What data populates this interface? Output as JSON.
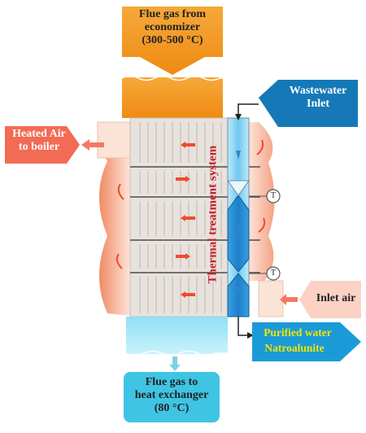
{
  "labels": {
    "flue_gas_in": "Flue gas from\neconomizer\n(300-500 °C)",
    "wastewater_inlet": "Wastewater\nInlet",
    "heated_air": "Heated Air\nto boiler",
    "thermal_system": "Thermal treatment system",
    "inlet_air": "Inlet air",
    "purified_water": "Purified water",
    "natroalunite": "Natroalunite",
    "flue_gas_out": "Flue gas to\nheat exchanger\n(80 °C)",
    "temp_sensor_1": "T",
    "temp_sensor_2": "T"
  },
  "colors": {
    "flue_gas_orange": "#f39a1d",
    "outlet_cyan": "#3fc4e4",
    "wastewater_blue": "#1579b8",
    "heated_air_red": "#f26b54",
    "inlet_air_pink": "#fbd2c4",
    "purified_water_blue": "#1a9bd8",
    "yellow_text": "#f4e400",
    "thermal_text_red": "#c8202a",
    "arrow_red": "#f04a2e",
    "panel_gray": "#e3ddd7",
    "panel_edge": "#c9bdb3",
    "chamber_peach": "#f5b296"
  }
}
